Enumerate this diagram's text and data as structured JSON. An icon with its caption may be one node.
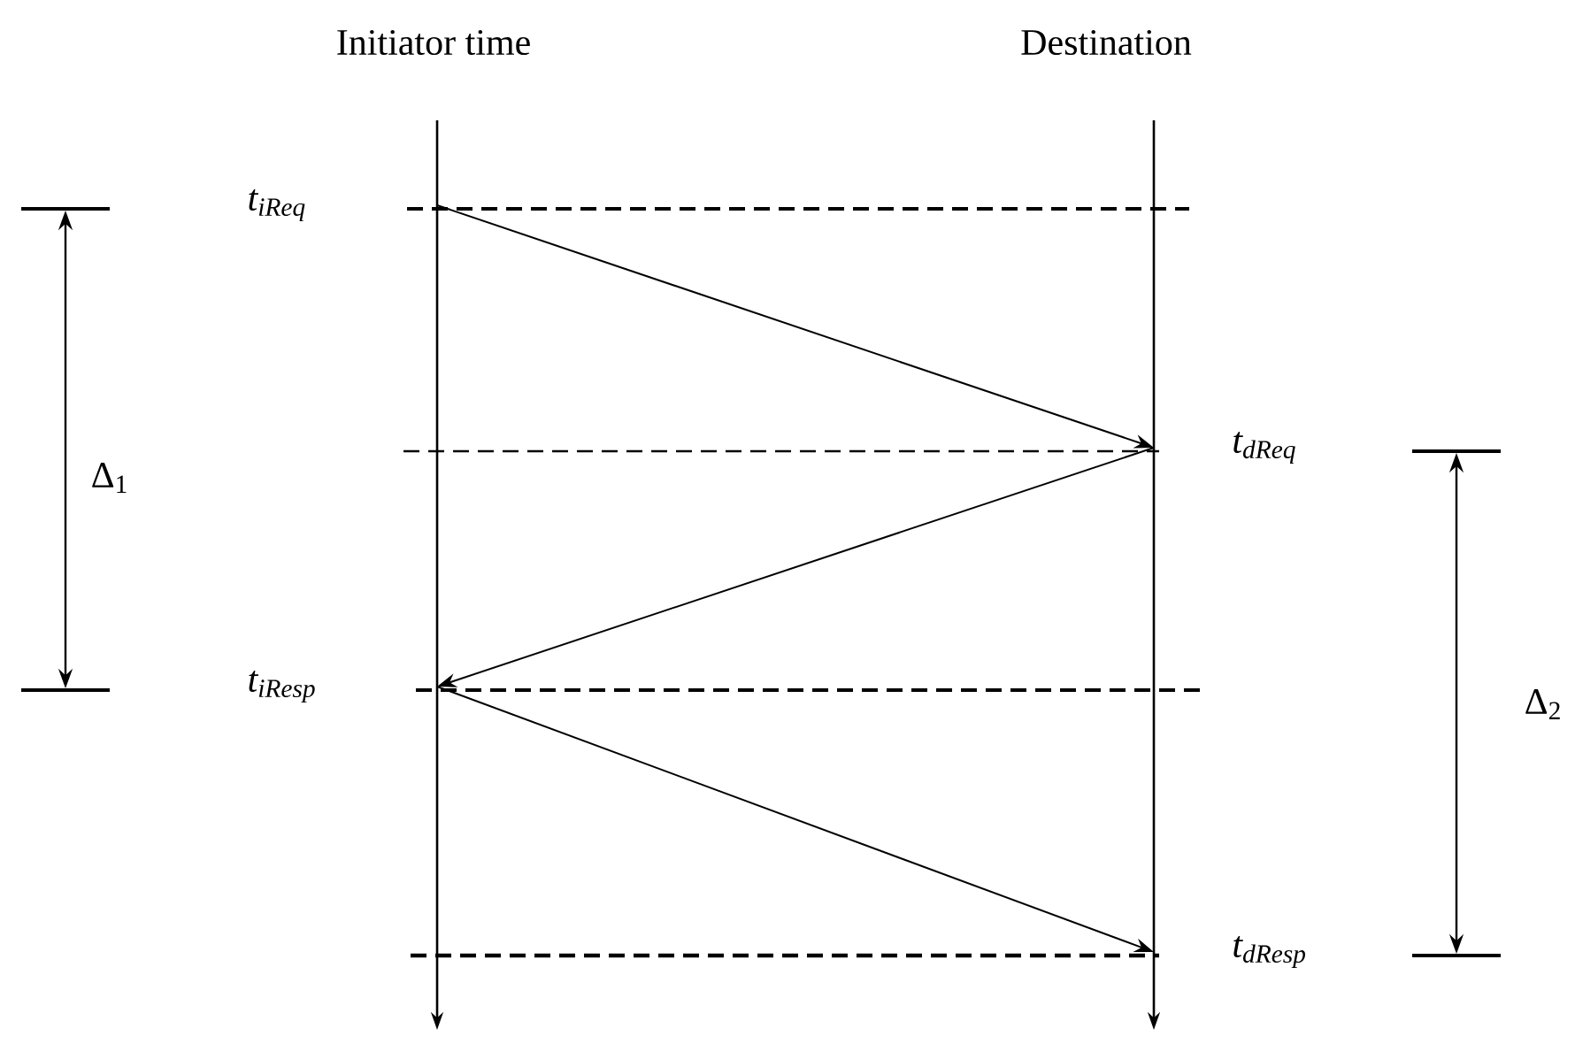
{
  "diagram": {
    "nodes": [
      {
        "text": [
          "t$_{iReq}$"
        ]
      },
      {
        "text": [
          "t$_{dReq}$"
        ]
      },
      {
        "text": [
          "t$_{iResp}$"
        ]
      },
      {
        "text": [
          "t$_{dResp}$"
        ]
      }
    ],
    "edges": [
      {
        "from": 0,
        "to": 1,
        "arrow": "to"
      },
      {
        "from": 1,
        "to": 2,
        "arrow": "to"
      },
      {
        "from": 2,
        "to": 3,
        "arrow": "to"
      }
    ],
    "labels": [
      "Initiator time",
      "Destination",
      "Δ$_{1}$",
      "Δ$_{2}$"
    ]
  }
}
